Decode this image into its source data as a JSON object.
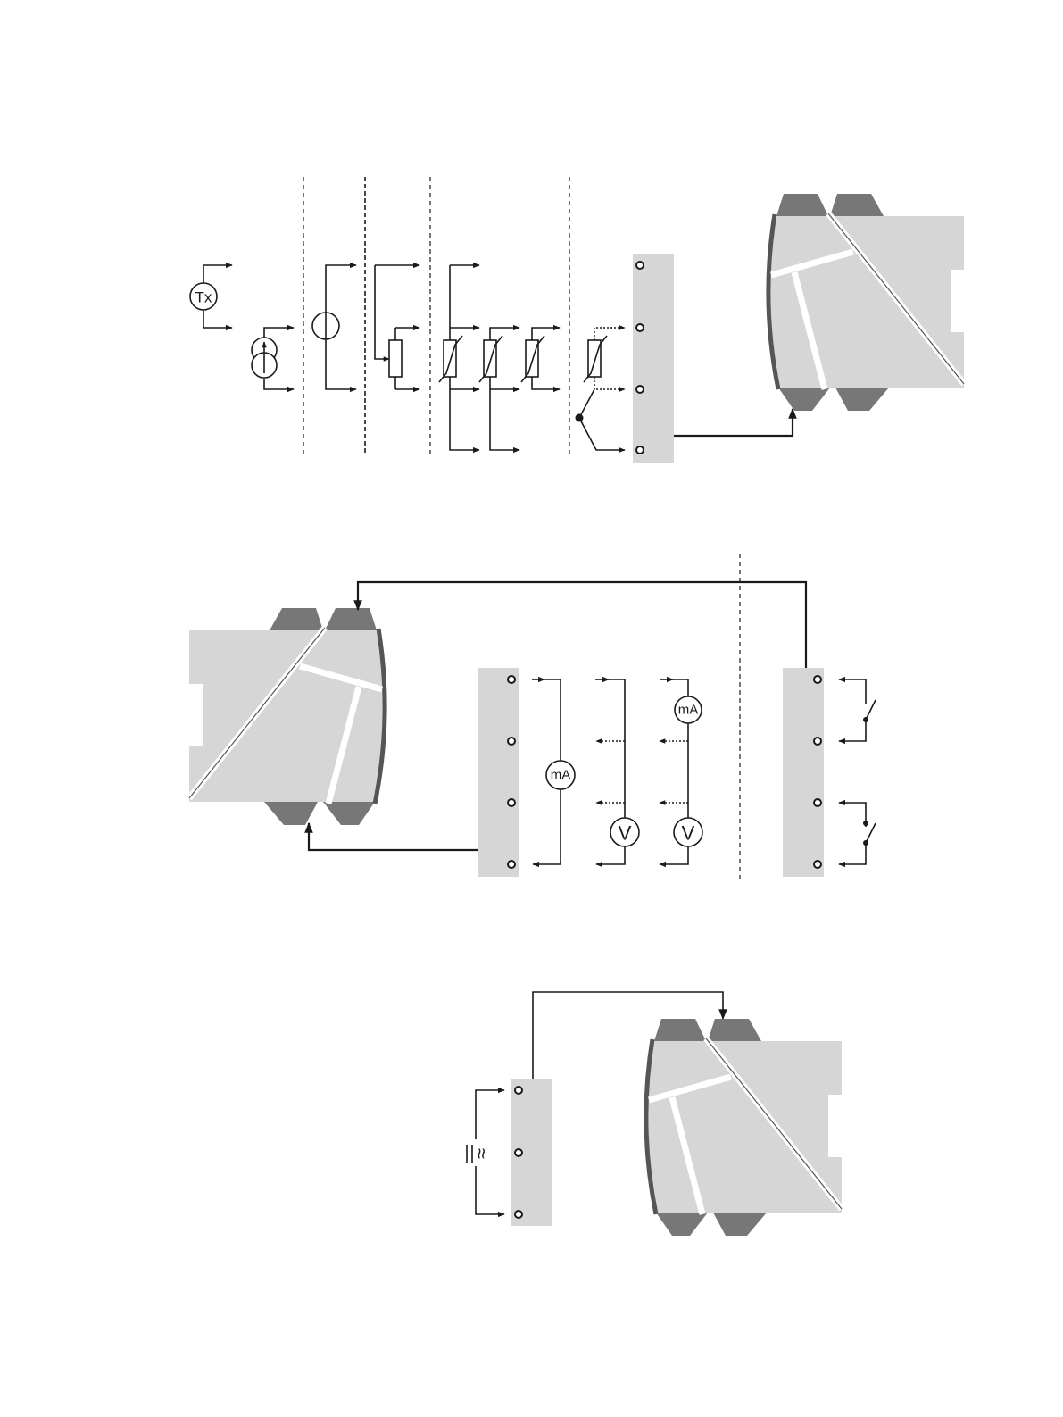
{
  "colors": {
    "line": "#1a1a1a",
    "terminal_block": "#d6d6d6",
    "module_body": "#d6d6d6",
    "module_clip": "#777777",
    "module_edge": "#555555"
  },
  "symbols": {
    "transmitter": "Tx",
    "milliamp_meter": "mA",
    "voltmeter": "V",
    "ac_dc_supply": "≈"
  },
  "icons": {
    "two_wire_transmitter": "circle-tx-icon",
    "current_source": "current-source-icon",
    "voltage_source": "voltage-source-icon",
    "potentiometer": "potentiometer-icon",
    "rtd": "thermistor-icon",
    "thermocouple": "thermocouple-junction-icon",
    "switch": "contact-switch-icon",
    "module": "din-rail-module-icon"
  }
}
